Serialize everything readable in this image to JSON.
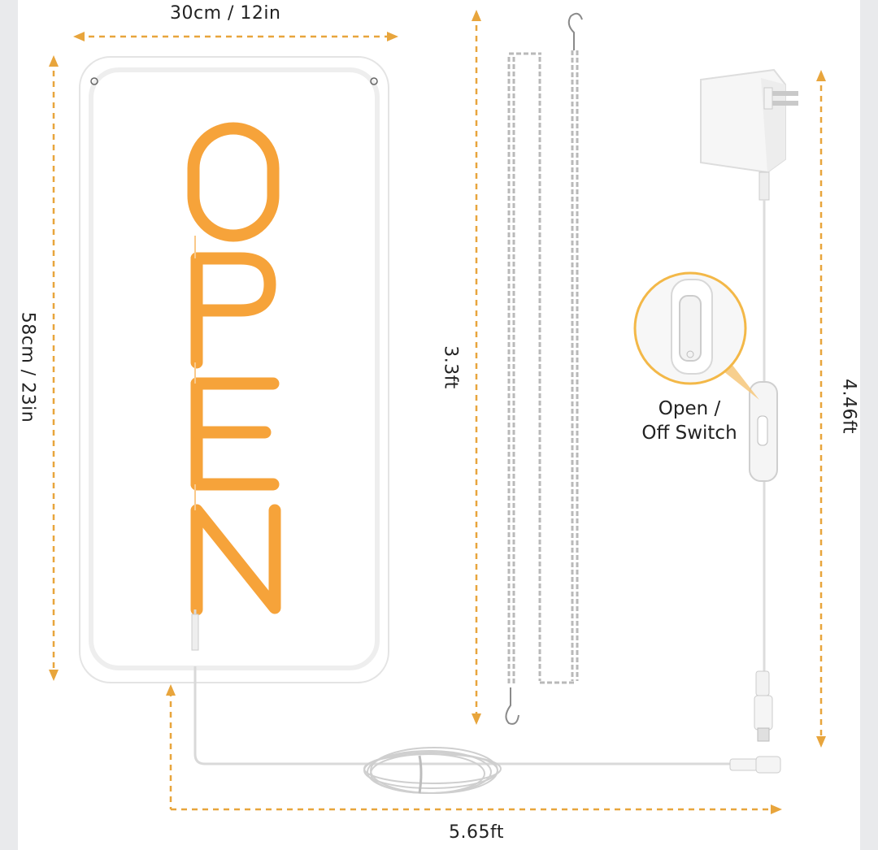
{
  "colors": {
    "accent": "#f6a33a",
    "dimension_line": "#e8a53c",
    "background": "#ffffff",
    "frame": "#e9eaec"
  },
  "labels": {
    "sign_word": "OPEN",
    "width": "30cm / 12in",
    "height": "58cm / 23in",
    "chain_length": "3.3ft",
    "adapter_cable_length": "4.46ft",
    "cable_length": "5.65ft",
    "switch_line1": "Open /",
    "switch_line2": "Off Switch"
  },
  "icons": {
    "adapter": "power-adapter-icon",
    "switch": "inline-switch-icon",
    "chain": "hanging-chain-icon",
    "hook": "s-hook-icon",
    "cable_coil": "cable-coil-icon",
    "plug": "dc-plug-icon"
  }
}
